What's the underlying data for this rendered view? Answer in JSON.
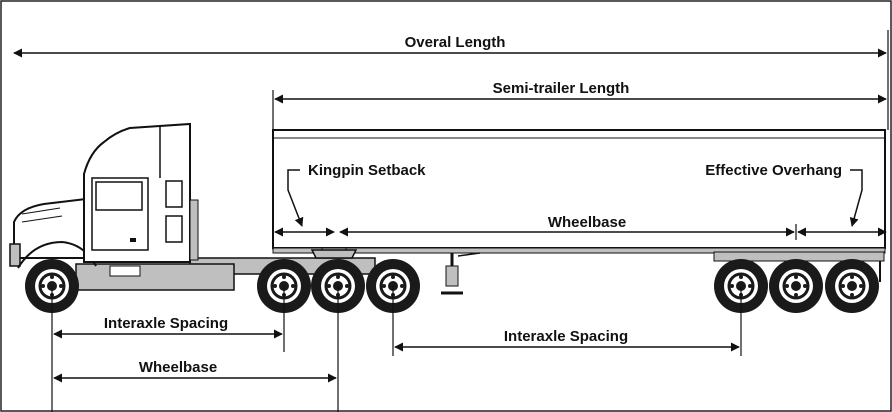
{
  "labels": {
    "overall_length": "Overal Length",
    "semitrailer_length": "Semi-trailer Length",
    "kingpin_setback": "Kingpin Setback",
    "effective_overhang": "Effective Overhang",
    "trailer_wheelbase": "Wheelbase",
    "tractor_interaxle_spacing": "Interaxle Spacing",
    "tractor_wheelbase": "Wheelbase",
    "trailer_interaxle_spacing": "Interaxle Spacing"
  },
  "colors": {
    "line": "#111111",
    "body_fill": "#ffffff",
    "chassis_gray": "#bfbfbf",
    "tire": "#1a1a1a",
    "hub": "#ffffff"
  },
  "icons": {
    "tractor": "semi-truck-cab",
    "trailer": "box-trailer",
    "wheel": "dual-wheel"
  }
}
